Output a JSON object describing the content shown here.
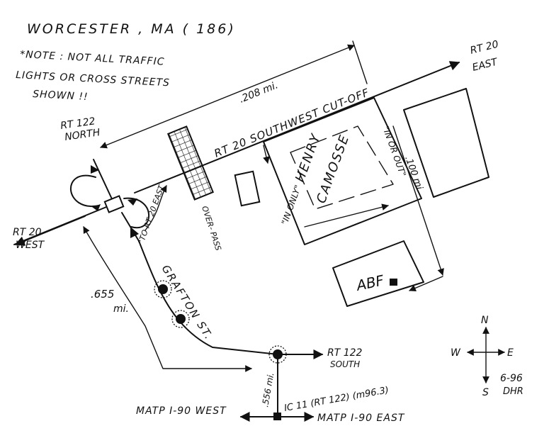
{
  "title": "WORCESTER , MA ( 186)",
  "note": {
    "line1": "*NOTE : NOT ALL TRAFFIC",
    "line2": "LIGHTS OR CROSS STREETS",
    "line3": "SHOWN !!"
  },
  "routes": {
    "rt20_east": {
      "line1": "RT 20",
      "line2": "EAST"
    },
    "rt20_west": {
      "line1": "RT 20",
      "line2": "WEST"
    },
    "rt122_north": {
      "line1": "RT 122",
      "line2": "NORTH"
    },
    "rt122_south": {
      "line1": "RT 122",
      "line2": "SOUTH"
    },
    "rt20_cutoff": "RT 20   SOUTHWEST   CUT-OFF",
    "to_rt20_east": "\"TO RT 20 EAST",
    "grafton_st": "GRAFTON  ST.",
    "ic11": "IC 11  (RT 122)  (m96.3)",
    "matp_west": "MATP I-90 WEST",
    "matp_east": "MATP I-90 EAST"
  },
  "distances": {
    "d208": ".208 mi.",
    "d100": ".100 mi.",
    "d655_a": ".655",
    "d655_b": "mi.",
    "d556": ".556 mi."
  },
  "places": {
    "overpass": "OVER- PASS",
    "henry_a": "HENRY",
    "henry_b": "CAMOSSE",
    "in_only": "\"IN ONLY\"",
    "in_or_out": "\"IN OR OUT\"",
    "abf": "ABF"
  },
  "compass": {
    "n": "N",
    "s": "S",
    "e": "E",
    "w": "W"
  },
  "credit": {
    "line1": "6-96",
    "line2": "DHR"
  }
}
